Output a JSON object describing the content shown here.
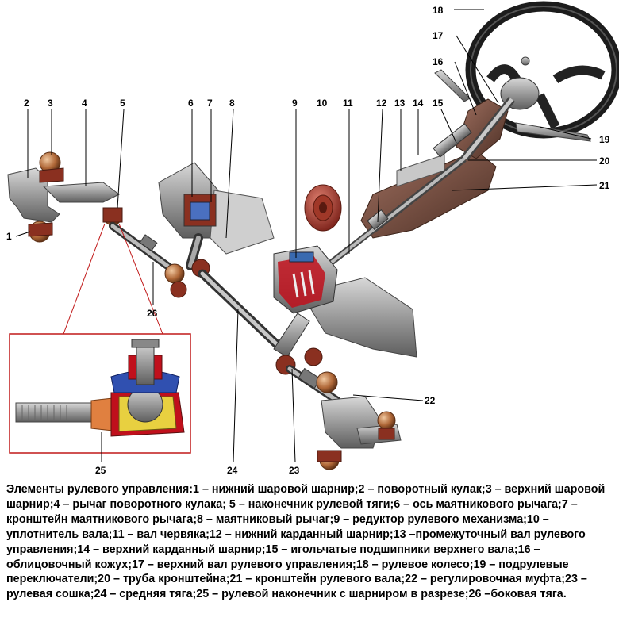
{
  "numbers": [
    "1",
    "2",
    "3",
    "4",
    "5",
    "6",
    "7",
    "8",
    "9",
    "10",
    "11",
    "12",
    "13",
    "14",
    "15",
    "16",
    "17",
    "18",
    "19",
    "20",
    "21",
    "22",
    "23",
    "24",
    "25",
    "26"
  ],
  "caption": "Элементы рулевого управления:1 – нижний шаровой шарнир;2 – поворотный кулак;3 – верхний шаровой шарнир;4 – рычаг поворотного кулака; 5 – наконечник рулевой тяги;6 – ось маятникового рычага;7 – кронштейн маятникового рычага;8 – маятниковый рычаг;9 – редуктор рулевого механизма;10 – уплотнитель вала;11 – вал червяка;12 – нижний карданный шарнир;13 –промежуточный вал рулевого управления;14 – верхний карданный шарнир;15 – игольчатые подшипники верхнего вала;16 – облицовочный кожух;17 – верхний вал рулевого управления;18 – рулевое колесо;19 – подрулевые переключатели;20 – труба кронштейна;21 – кронштейн рулевого вала;22 – регулировочная муфта;23 – рулевая сошка;24 – средняя тяга;25 – рулевой наконечник с шарниром в разрезе;26 –боковая тяга.",
  "colors": {
    "steel": "#9a9a9a",
    "brown": "#6e4a3c",
    "red": "#c0101c",
    "rubber": "#8a3020",
    "blue": "#3050b0",
    "orange": "#e08040"
  }
}
